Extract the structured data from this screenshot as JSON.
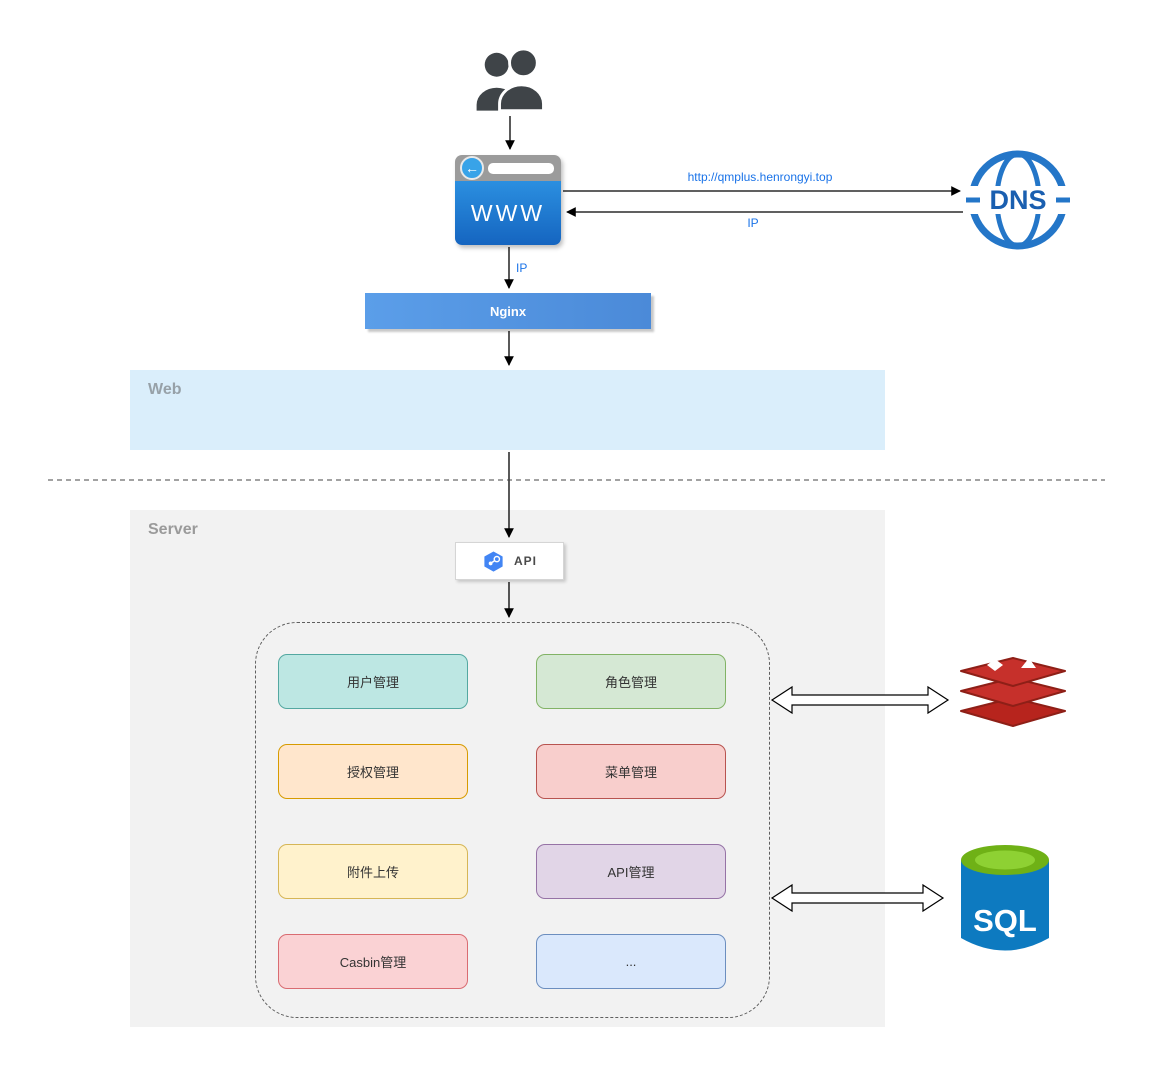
{
  "zones": {
    "web": {
      "label": "Web"
    },
    "server": {
      "label": "Server"
    }
  },
  "nodes": {
    "users": {
      "icon": "users-icon"
    },
    "browser": {
      "label": "WWW",
      "back_icon": "arrow-left-icon"
    },
    "dns": {
      "label": "DNS"
    },
    "nginx": {
      "label": "Nginx"
    },
    "api": {
      "label": "API",
      "icon": "hexagon-api-icon"
    },
    "redis": {
      "icon": "redis-icon"
    },
    "sql": {
      "label": "SQL",
      "icon": "database-cylinder-icon"
    }
  },
  "edges": {
    "browser_to_dns_label": "http://qmplus.henrongyi.top",
    "dns_to_browser_label": "IP",
    "browser_to_nginx_label": "IP"
  },
  "modules": [
    {
      "label": "用户管理",
      "fill": "#bde7e3",
      "border": "#54a8a1"
    },
    {
      "label": "角色管理",
      "fill": "#d5e8d4",
      "border": "#82b366"
    },
    {
      "label": "授权管理",
      "fill": "#ffe6cc",
      "border": "#d79b00"
    },
    {
      "label": "菜单管理",
      "fill": "#f8cecc",
      "border": "#b85450"
    },
    {
      "label": "附件上传",
      "fill": "#fff2cc",
      "border": "#d6b656"
    },
    {
      "label": "API管理",
      "fill": "#e1d5e7",
      "border": "#9673a6"
    },
    {
      "label": "Casbin管理",
      "fill": "#fad2d4",
      "border": "#d96c72"
    },
    {
      "label": "...",
      "fill": "#dae8fc",
      "border": "#6c8ebf"
    }
  ],
  "colors": {
    "edge_label": "#1a73e8",
    "browser_body": "#1976d2",
    "nginx_bar": "#5599e2",
    "web_zone_bg": "#daeefb",
    "server_zone_bg": "#f2f2f2",
    "dns_blue": "#2476c8",
    "redis_red": "#c6302b",
    "sql_body": "#0d7ac0",
    "sql_top": "#76b82a"
  }
}
